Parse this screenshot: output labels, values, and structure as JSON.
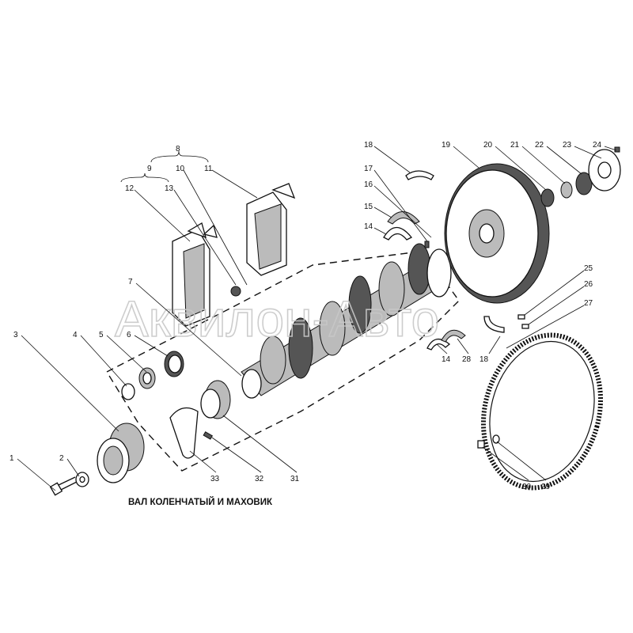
{
  "title": "ВАЛ КОЛЕНЧАТЫЙ И МАХОВИК",
  "watermark": "Аквилон-Авто",
  "callouts": [
    "1",
    "2",
    "3",
    "4",
    "5",
    "6",
    "7",
    "8",
    "9",
    "10",
    "11",
    "12",
    "13",
    "14",
    "15",
    "16",
    "17",
    "18",
    "19",
    "20",
    "21",
    "22",
    "23",
    "24",
    "25",
    "26",
    "27",
    "14",
    "28",
    "18",
    "29",
    "30",
    "31",
    "32",
    "33"
  ]
}
